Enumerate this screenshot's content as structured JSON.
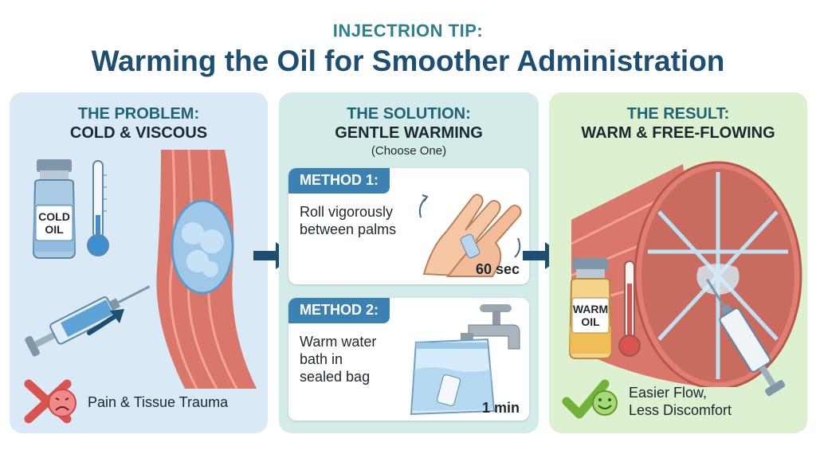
{
  "header": {
    "eyebrow": "INJECTRION TIP:",
    "title": "Warming the Oil for Smoother Administration"
  },
  "problem": {
    "title": "THE PROBLEM:",
    "subtitle": "COLD & VISCOUS",
    "vial_label_line1": "COLD",
    "vial_label_line2": "OIL",
    "outcome": "Pain & Tissue Trauma"
  },
  "solution": {
    "title": "THE SOLUTION:",
    "subtitle": "GENTLE WARMING",
    "note": "(Choose One)",
    "methods": [
      {
        "tag": "METHOD 1:",
        "text_line1": "Roll vigorously",
        "text_line2": "between palms",
        "text_line3": "",
        "time": "60 sec"
      },
      {
        "tag": "METHOD 2:",
        "text_line1": "Warm water",
        "text_line2": "bath in",
        "text_line3": "sealed bag",
        "time": "1 min"
      }
    ]
  },
  "result": {
    "title": "THE RESULT:",
    "subtitle": "WARM & FREE-FLOWING",
    "vial_label_line1": "WARM",
    "vial_label_line2": "OIL",
    "outcome_line1": "Easier Flow,",
    "outcome_line2": "Less Discomfort"
  },
  "colors": {
    "title": "#1d4f73",
    "eyebrow": "#2f7f8e",
    "method_tag": "#3b82b3",
    "arrow": "#1d4f73",
    "cross": "#d9534f",
    "check": "#6fb33a"
  },
  "icons": {
    "problem": [
      "vial-icon",
      "thermometer-cold-icon",
      "muscle-icon",
      "syringe-icon",
      "cross-icon",
      "sad-face-icon"
    ],
    "solution": [
      "hands-icon",
      "faucet-icon",
      "water-bag-icon"
    ],
    "result": [
      "muscle-cross-section-icon",
      "vial-icon",
      "thermometer-warm-icon",
      "syringe-icon",
      "check-icon",
      "smile-face-icon"
    ]
  }
}
